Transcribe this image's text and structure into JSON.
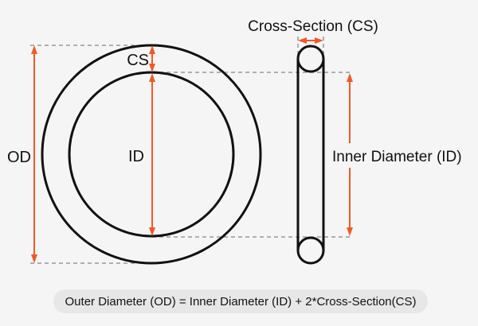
{
  "diagram": {
    "top_view": {
      "od_label": "OD",
      "cs_label": "CS",
      "id_label": "ID"
    },
    "side_view": {
      "title": "Cross-Section (CS)",
      "id_label": "Inner Diameter (ID)"
    },
    "formula": "Outer Diameter (OD) = Inner Diameter (ID) + 2*Cross-Section(CS)"
  },
  "colors": {
    "background": "#f5f5f5",
    "line": "#111111",
    "accent": "#f05a28",
    "dash": "#888888",
    "text": "#111111",
    "formula_box_bg": "#e7e7e7"
  }
}
